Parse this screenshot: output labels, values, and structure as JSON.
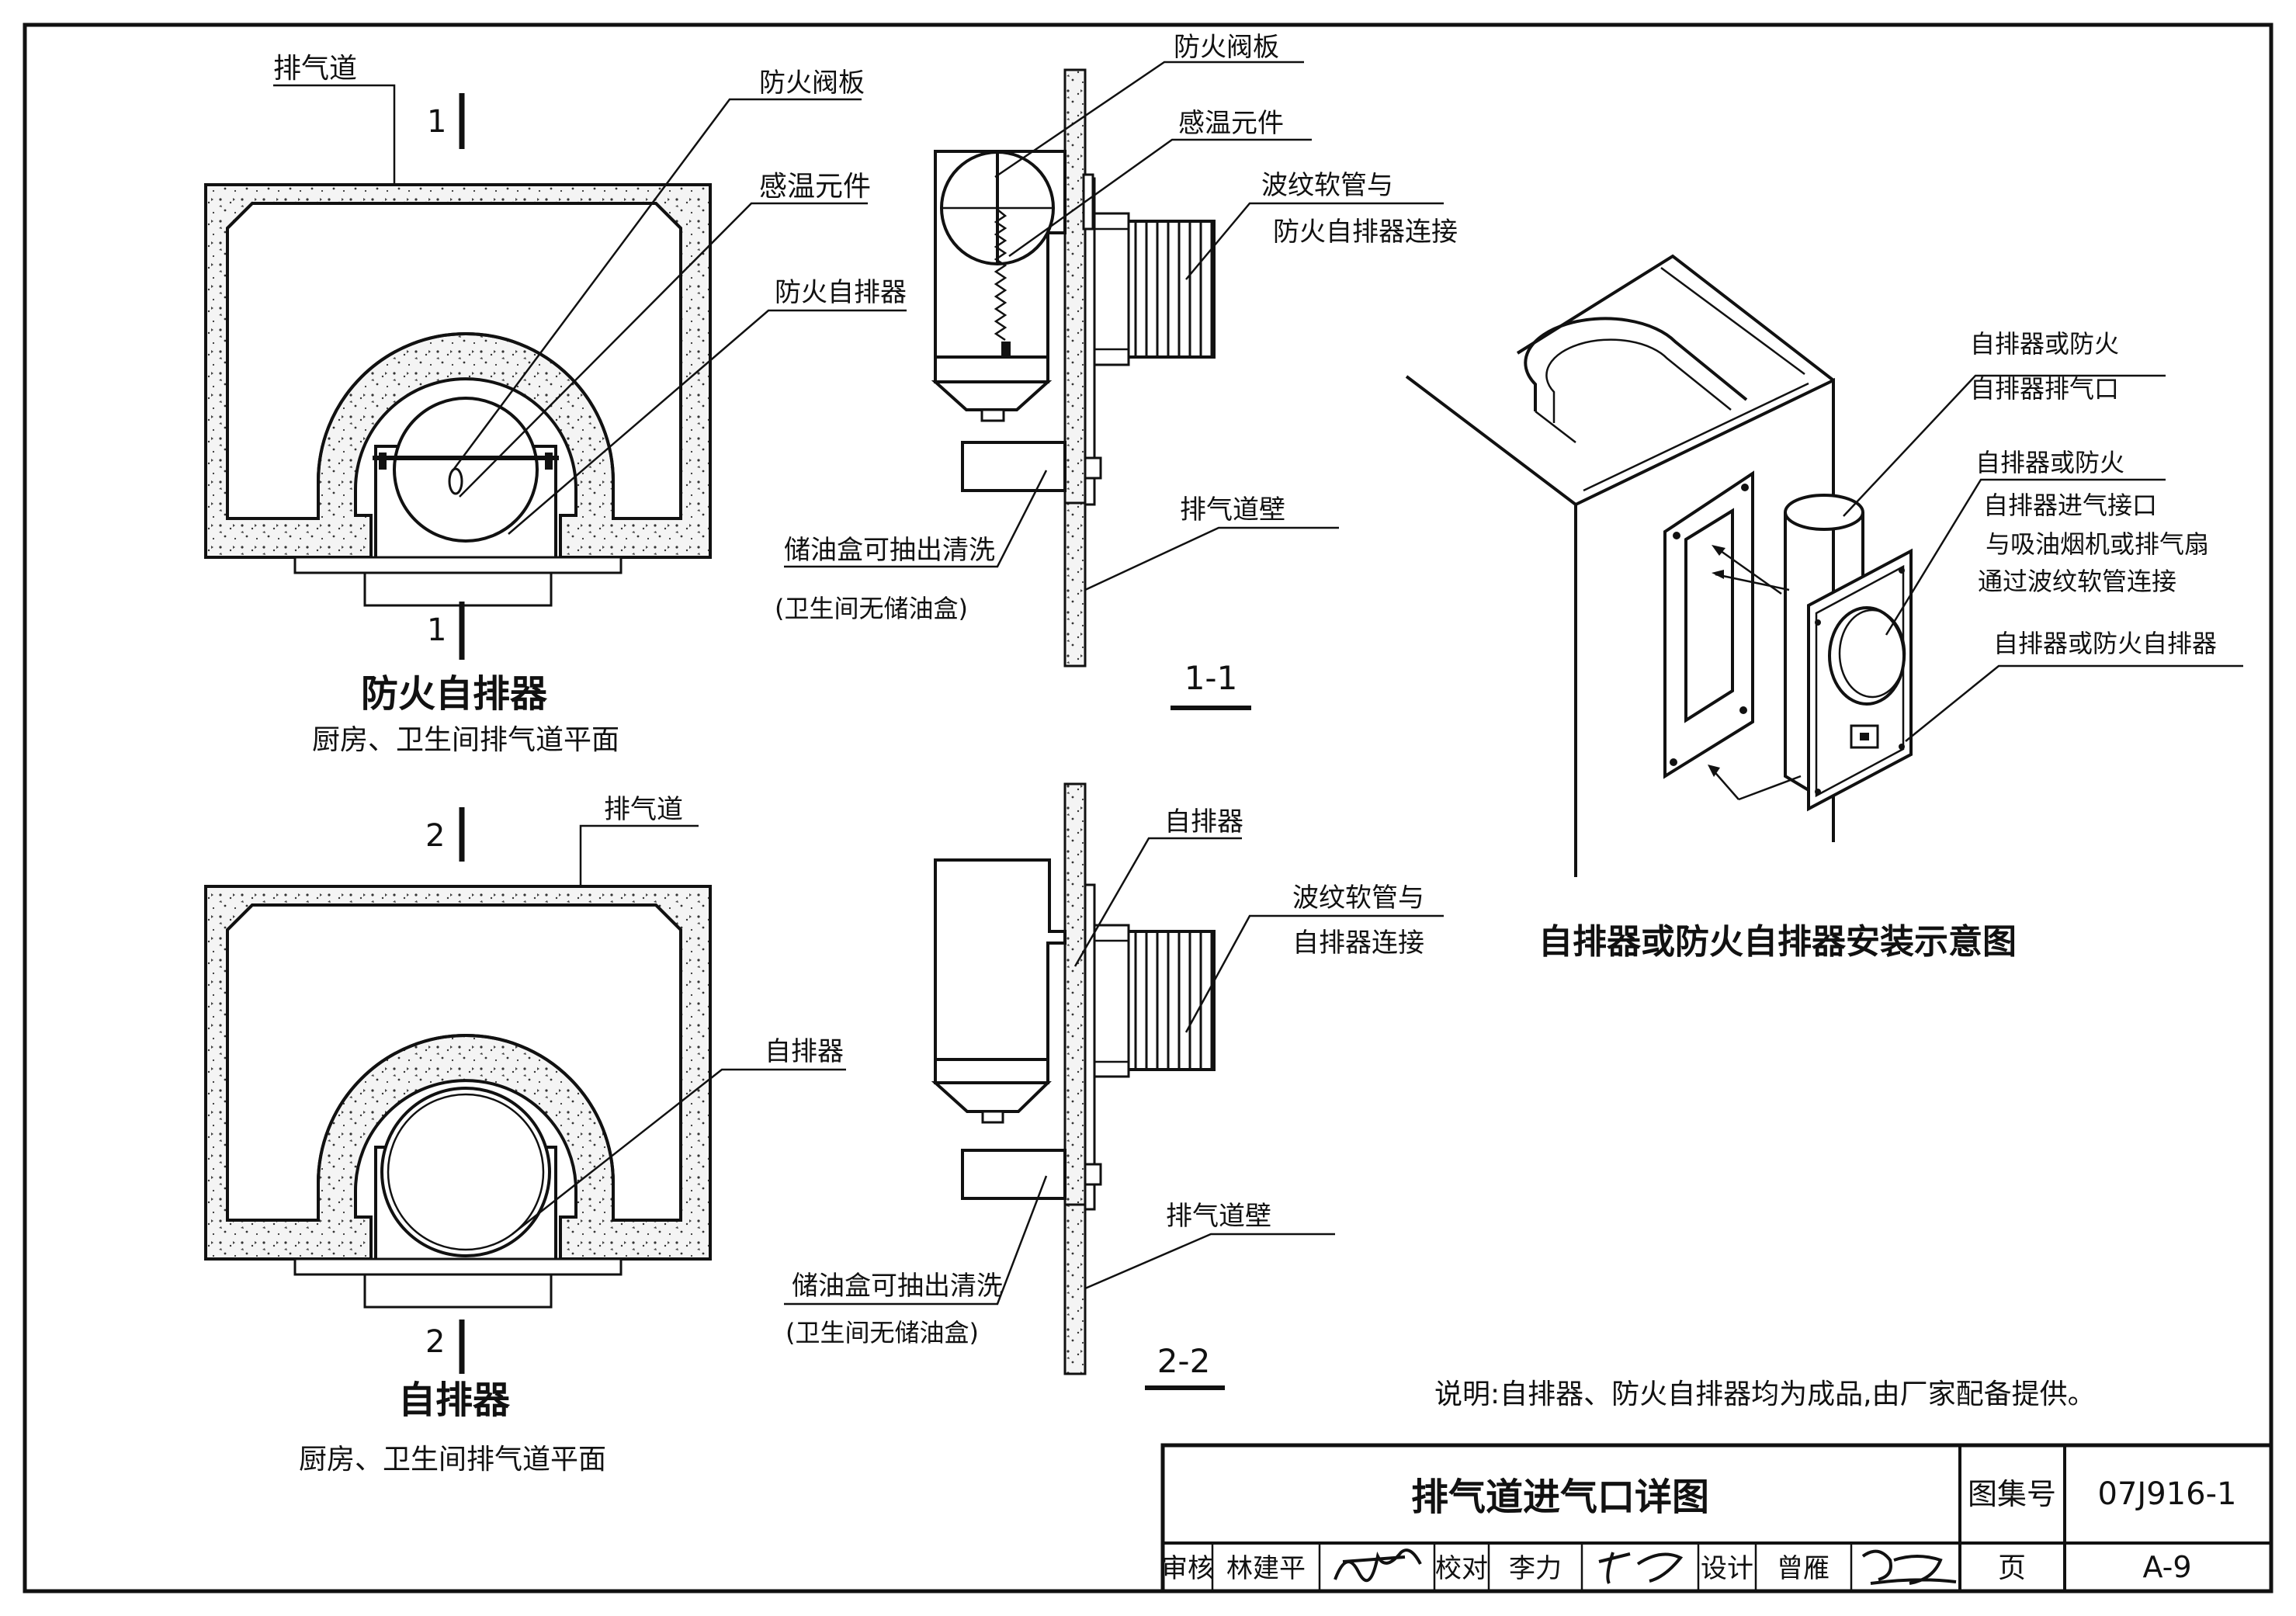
{
  "plan1": {
    "heading": "防火自排器",
    "subheading": "厨房、卫生间排气道平面",
    "label_duct": "排气道",
    "label_damper": "防火阀板",
    "label_sensor": "感温元件",
    "label_device": "防火自排器",
    "section_mark": "1"
  },
  "section1": {
    "title": "1-1",
    "label_damper": "防火阀板",
    "label_sensor": "感温元件",
    "label_hose_1": "波纹软管与",
    "label_hose_2": "防火自排器连接",
    "label_wall": "排气道壁",
    "label_box_1": "储油盒可抽出清洗",
    "label_box_2": "(卫生间无储油盒)"
  },
  "plan2": {
    "heading": "自排器",
    "subheading": "厨房、卫生间排气道平面",
    "label_duct": "排气道",
    "label_device": "自排器",
    "section_mark": "2"
  },
  "section2": {
    "title": "2-2",
    "label_device": "自排器",
    "label_hose_1": "波纹软管与",
    "label_hose_2": "自排器连接",
    "label_wall": "排气道壁",
    "label_box_1": "储油盒可抽出清洗",
    "label_box_2": "(卫生间无储油盒)"
  },
  "iso": {
    "title": "自排器或防火自排器安装示意图",
    "label_outlet_1": "自排器或防火",
    "label_outlet_2": "自排器排气口",
    "label_inlet_1": "自排器或防火",
    "label_inlet_2": "自排器进气接口",
    "label_inlet_3": "与吸油烟机或排气扇",
    "label_inlet_4": "通过波纹软管连接",
    "label_body": "自排器或防火自排器"
  },
  "note": "说明:自排器、防火自排器均为成品,由厂家配备提供。",
  "title_block": {
    "drawing_title": "排气道进气口详图",
    "atlas_label": "图集号",
    "atlas_no": "07J916-1",
    "review_label": "审核",
    "reviewer": "林建平",
    "check_label": "校对",
    "checker": "李力",
    "design_label": "设计",
    "designer": "曾雁",
    "page_label": "页",
    "page_no": "A-9"
  }
}
